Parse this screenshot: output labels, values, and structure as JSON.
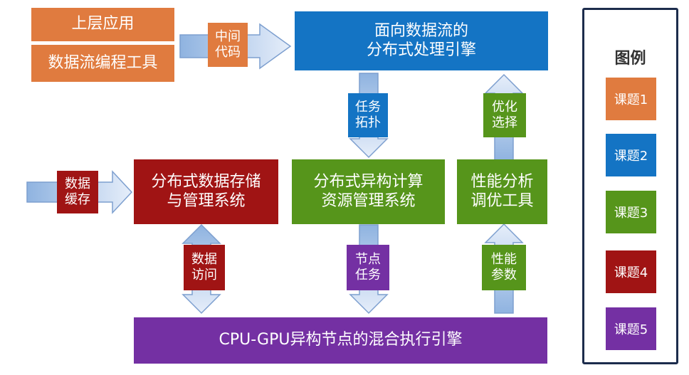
{
  "diagram": {
    "boxes": {
      "app_layer": "上层应用",
      "dataflow_tool": "数据流编程工具",
      "engine": [
        "面向数据流的",
        "分布式处理引擎"
      ],
      "storage": [
        "分布式数据存储",
        "与管理系统"
      ],
      "resource": [
        "分布式异构计算",
        "资源管理系统"
      ],
      "tuning": [
        "性能分析",
        "调优工具"
      ],
      "exec_engine": "CPU-GPU异构节点的混合执行引擎"
    },
    "edge_labels": {
      "intermediate_code": [
        "中间",
        "代码"
      ],
      "task_topology": [
        "任务",
        "拓扑"
      ],
      "optimization": [
        "优化",
        "选择"
      ],
      "data_cache": [
        "数据",
        "缓存"
      ],
      "data_access": [
        "数据",
        "访问"
      ],
      "node_task": [
        "节点",
        "任务"
      ],
      "perf_params": [
        "性能",
        "参数"
      ]
    }
  },
  "legend": {
    "title": "图例",
    "items": [
      {
        "label": "课题1",
        "color": "#e07b3f"
      },
      {
        "label": "课题2",
        "color": "#1474c4"
      },
      {
        "label": "课题3",
        "color": "#56951b"
      },
      {
        "label": "课题4",
        "color": "#a01414"
      },
      {
        "label": "课题5",
        "color": "#7430a3"
      }
    ]
  }
}
